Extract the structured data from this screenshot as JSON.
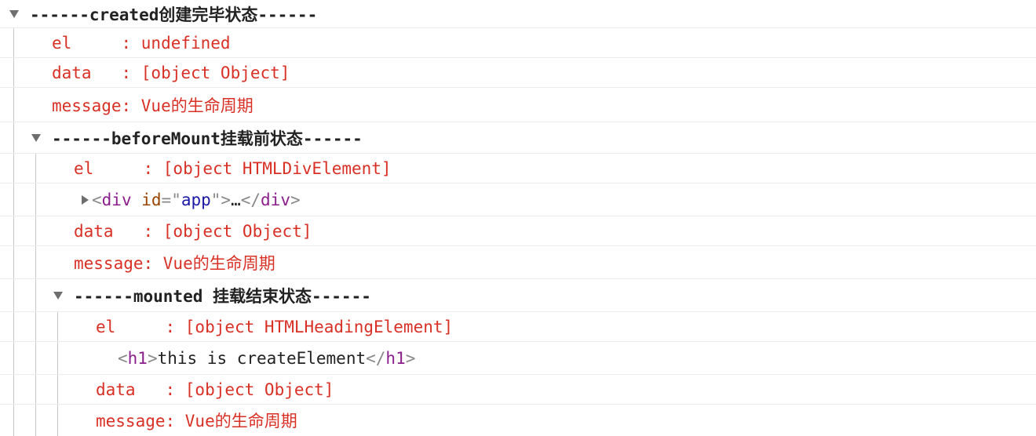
{
  "groups": [
    {
      "title": "------created创建完毕状态------",
      "lines": [
        {
          "label": "el     : undefined"
        },
        {
          "label": "data   : [object Object]"
        },
        {
          "label": "message: Vue的生命周期"
        }
      ]
    },
    {
      "title": "------beforeMount挂载前状态------",
      "lines": [
        {
          "label": "el     : [object HTMLDivElement]"
        },
        {
          "label": "data   : [object Object]"
        },
        {
          "label": "message: Vue的生命周期"
        }
      ],
      "node": {
        "open": "<",
        "tag": "div",
        "attr_name": "id",
        "eq": "=\"",
        "attr_value": "app",
        "close_q": "\">",
        "ellipsis": "…",
        "end_open": "</",
        "end_tag": "div",
        "end_close": ">"
      }
    },
    {
      "title": "------mounted 挂载结束状态------",
      "lines": [
        {
          "label": "el     : [object HTMLHeadingElement]"
        },
        {
          "label": "data   : [object Object]"
        },
        {
          "label": "message: Vue的生命周期"
        }
      ],
      "node": {
        "open": "<",
        "tag": "h1",
        "close": ">",
        "text": "this is createElement",
        "end_open": "</",
        "end_tag": "h1",
        "end_close": ">"
      }
    }
  ]
}
